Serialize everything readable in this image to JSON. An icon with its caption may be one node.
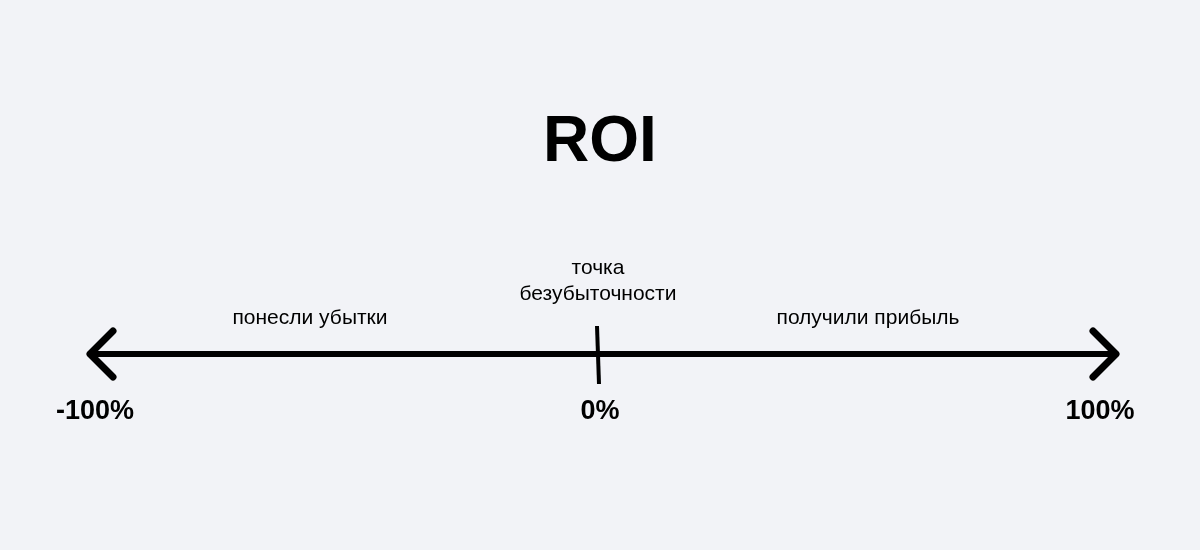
{
  "diagram": {
    "title": "ROI",
    "labels": [
      "понесли убытки",
      "точка безубыточности",
      "получили прибыль",
      "-100%",
      "0%",
      "100%"
    ]
  }
}
